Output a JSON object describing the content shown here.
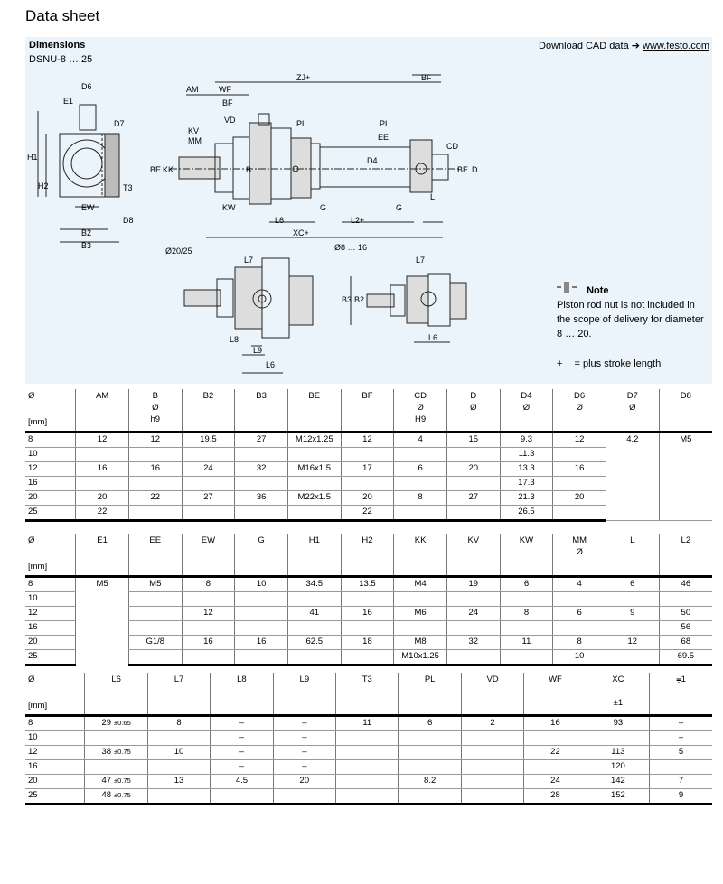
{
  "page_title": "Data sheet",
  "dimensions": {
    "title": "Dimensions",
    "subtitle": "DSNU-8 … 25"
  },
  "cad": {
    "label": "Download CAD data ➔",
    "link": "www.festo.com"
  },
  "drawing": {
    "labels": [
      "D6",
      "E1",
      "D7",
      "H1",
      "H2",
      "T3",
      "EW",
      "D8",
      "B2",
      "B3",
      "AM",
      "WF",
      "BF",
      "VD",
      "KV",
      "MM",
      "BE",
      "KK",
      "B",
      "KW",
      "PL",
      "EE",
      "CD",
      "D4",
      "BE",
      "D",
      "L",
      "G",
      "L6",
      "L2+",
      "XC+",
      "ZJ+",
      "BF",
      "PL",
      "G"
    ],
    "dia_small": "Ø8 … 16",
    "dia_large": "Ø20/25",
    "bottom_labels": [
      "L7",
      "L8",
      "L9",
      "L6",
      "B3",
      "B2",
      "L7",
      "L6"
    ]
  },
  "note": {
    "heading": "Note",
    "text": "Piston rod nut is not included in the scope of delivery for diameter 8 … 20.",
    "plus_symbol": "+",
    "plus_text": "= plus stroke length"
  },
  "tables": [
    {
      "headers": [
        [
          "Ø",
          "",
          "",
          "[mm]"
        ],
        [
          "AM"
        ],
        [
          "B",
          "Ø",
          "h9"
        ],
        [
          "B2"
        ],
        [
          "B3"
        ],
        [
          "BE"
        ],
        [
          "BF"
        ],
        [
          "CD",
          "Ø",
          "H9"
        ],
        [
          "D",
          "Ø"
        ],
        [
          "D4",
          "Ø"
        ],
        [
          "D6",
          "Ø"
        ],
        [
          "D7",
          "Ø"
        ],
        [
          "D8"
        ]
      ],
      "rows": [
        [
          "8",
          "12",
          "12",
          "19.5",
          "27",
          "M12x1.25",
          "12",
          "4",
          "15",
          "9.3",
          "12",
          "4.2",
          "M5"
        ],
        [
          "10",
          "",
          "",
          "",
          "",
          "",
          "",
          "",
          "",
          "11.3",
          "",
          "",
          ""
        ],
        [
          "12",
          "16",
          "16",
          "24",
          "32",
          "M16x1.5",
          "17",
          "6",
          "20",
          "13.3",
          "16",
          "",
          ""
        ],
        [
          "16",
          "",
          "",
          "",
          "",
          "",
          "",
          "",
          "",
          "17.3",
          "",
          "",
          ""
        ],
        [
          "20",
          "20",
          "22",
          "27",
          "36",
          "M22x1.5",
          "20",
          "8",
          "27",
          "21.3",
          "20",
          "",
          ""
        ],
        [
          "25",
          "22",
          "",
          "",
          "",
          "",
          "22",
          "",
          "",
          "26.5",
          "",
          "",
          ""
        ]
      ]
    },
    {
      "headers": [
        [
          "Ø",
          "",
          "",
          "[mm]"
        ],
        [
          "E1"
        ],
        [
          "EE"
        ],
        [
          "EW"
        ],
        [
          "G"
        ],
        [
          "H1"
        ],
        [
          "H2"
        ],
        [
          "KK"
        ],
        [
          "KV"
        ],
        [
          "KW"
        ],
        [
          "MM",
          "Ø"
        ],
        [
          "L"
        ],
        [
          "L2"
        ]
      ],
      "rows": [
        [
          "8",
          "M5",
          "M5",
          "8",
          "10",
          "34.5",
          "13.5",
          "M4",
          "19",
          "6",
          "4",
          "6",
          "46"
        ],
        [
          "10",
          "",
          "",
          "",
          "",
          "",
          "",
          "",
          "",
          "",
          "",
          "",
          ""
        ],
        [
          "12",
          "",
          "",
          "12",
          "",
          "41",
          "16",
          "M6",
          "24",
          "8",
          "6",
          "9",
          "50"
        ],
        [
          "16",
          "",
          "",
          "",
          "",
          "",
          "",
          "",
          "",
          "",
          "",
          "",
          "56"
        ],
        [
          "20",
          "",
          "G1/8",
          "16",
          "16",
          "62.5",
          "18",
          "M8",
          "32",
          "11",
          "8",
          "12",
          "68"
        ],
        [
          "25",
          "",
          "",
          "",
          "",
          "",
          "",
          "M10x1.25",
          "",
          "",
          "10",
          "",
          "69.5"
        ]
      ]
    },
    {
      "headers": [
        [
          "Ø",
          "",
          "",
          "[mm]"
        ],
        [
          "L6"
        ],
        [
          "L7"
        ],
        [
          "L8"
        ],
        [
          "L9"
        ],
        [
          "T3"
        ],
        [
          "PL"
        ],
        [
          "VD"
        ],
        [
          "WF"
        ],
        [
          "XC",
          "",
          "±1"
        ],
        [
          "⩦1"
        ]
      ],
      "rows": [
        [
          "8",
          "29",
          "8",
          "–",
          "–",
          "11",
          "6",
          "2",
          "16",
          "93",
          "–"
        ],
        [
          "10",
          "",
          "",
          "–",
          "–",
          "",
          "",
          "",
          "",
          "",
          "–"
        ],
        [
          "12",
          "38",
          "10",
          "–",
          "–",
          "",
          "",
          "",
          "22",
          "113",
          "5"
        ],
        [
          "16",
          "",
          "",
          "–",
          "–",
          "",
          "",
          "",
          "",
          "120",
          ""
        ],
        [
          "20",
          "47",
          "13",
          "4.5",
          "20",
          "",
          "8.2",
          "",
          "24",
          "142",
          "7"
        ],
        [
          "25",
          "48",
          "",
          "",
          "",
          "",
          "",
          "",
          "28",
          "152",
          "9"
        ]
      ],
      "l6_tolerances": [
        "±0.65",
        "",
        "±0.75",
        "",
        "±0.75",
        "±0.75"
      ]
    }
  ]
}
